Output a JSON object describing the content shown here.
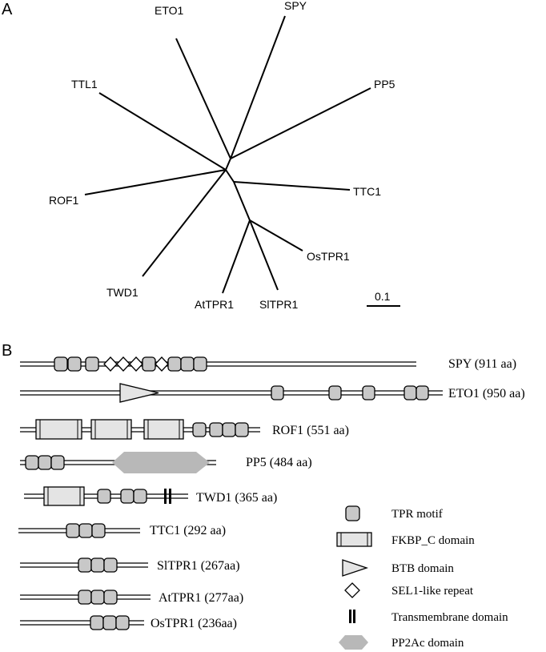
{
  "panel_a": {
    "letter": "A",
    "scale_label": "0.1",
    "taxa": [
      {
        "name": "ETO1"
      },
      {
        "name": "SPY"
      },
      {
        "name": "PP5"
      },
      {
        "name": "TTL1"
      },
      {
        "name": "TTC1"
      },
      {
        "name": "ROF1"
      },
      {
        "name": "OsTPR1"
      },
      {
        "name": "TWD1"
      },
      {
        "name": "AtTPR1"
      },
      {
        "name": "SlTPR1"
      }
    ]
  },
  "panel_b": {
    "letter": "B",
    "proteins": [
      {
        "name": "SPY (911 aa)"
      },
      {
        "name": "ETO1 (950 aa)"
      },
      {
        "name": "ROF1 (551 aa)"
      },
      {
        "name": "PP5 (484 aa)"
      },
      {
        "name": "TWD1 (365 aa)"
      },
      {
        "name": "TTC1 (292 aa)"
      },
      {
        "name": "SlTPR1 (267aa)"
      },
      {
        "name": "AtTPR1 (277aa)"
      },
      {
        "name": "OsTPR1 (236aa)"
      }
    ],
    "legend": [
      {
        "label": "TPR motif",
        "icon": "rounded-square",
        "color": "#c8c8c8"
      },
      {
        "label": "FKBP_C domain",
        "icon": "rectangle",
        "color": "#e4e4e4"
      },
      {
        "label": "BTB domain",
        "icon": "triangle",
        "color": "#e4e4e4"
      },
      {
        "label": "SEL1-like repeat",
        "icon": "diamond",
        "color": "#ffffff"
      },
      {
        "label": "Transmembrane domain",
        "icon": "double-bar",
        "color": "#000000"
      },
      {
        "label": "PP2Ac domain",
        "icon": "hexagon",
        "color": "#b8b8b8"
      }
    ]
  }
}
